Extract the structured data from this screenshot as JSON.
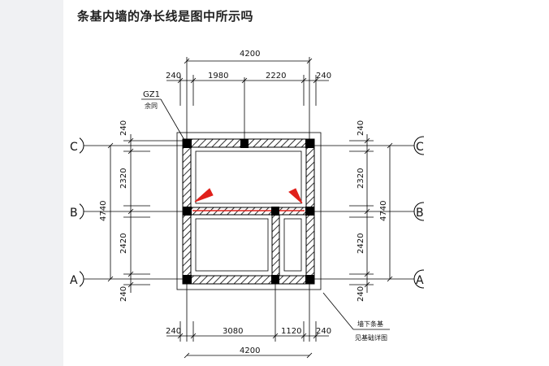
{
  "question": {
    "title": "条基内墙的净长线是图中所示吗"
  },
  "drawing": {
    "dims_top": {
      "total": "4200",
      "left_wall": "240",
      "span_1": "1980",
      "span_2": "2220",
      "right_wall": "240"
    },
    "dims_bottom": {
      "left_wall": "240",
      "span_1": "3080",
      "span_2": "1120",
      "right_wall": "240",
      "total": "4200"
    },
    "dims_left": {
      "top_wall": "240",
      "span_1": "2320",
      "total": "4740",
      "span_2": "2420",
      "bottom_wall": "240"
    },
    "dims_right": {
      "top_wall": "240",
      "span_1": "2320",
      "total": "4740",
      "span_2": "2420",
      "bottom_wall": "240"
    },
    "labels": {
      "column": "GZ1",
      "column_note": "余同",
      "note_line1": "墙下条基",
      "note_line2": "见基础详图"
    },
    "axes": {
      "left_top": "C",
      "left_mid": "B",
      "left_bottom": "A",
      "right_top": "C",
      "right_mid": "B",
      "right_bottom": "A"
    },
    "colors": {
      "wall_line": "#000000",
      "highlight": "#e0201b",
      "gutter": "#f0f1f3"
    }
  }
}
